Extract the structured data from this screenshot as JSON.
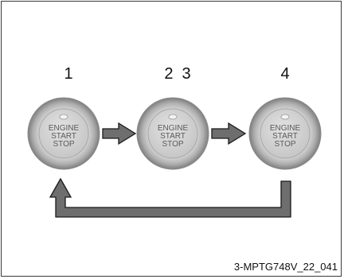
{
  "step_labels": [
    "1",
    "2  3",
    "4"
  ],
  "button": {
    "line1": "ENGINE",
    "line2": "START",
    "line3": "STOP"
  },
  "caption": "3-MPTG748V_22_041",
  "colors": {
    "ring_outer": "#b8b8b8",
    "ring_dark": "#8a8a8a",
    "face": "#d6d6d6",
    "arrow_fill": "#6e6e6e",
    "arrow_stroke": "#1a1a1a"
  }
}
